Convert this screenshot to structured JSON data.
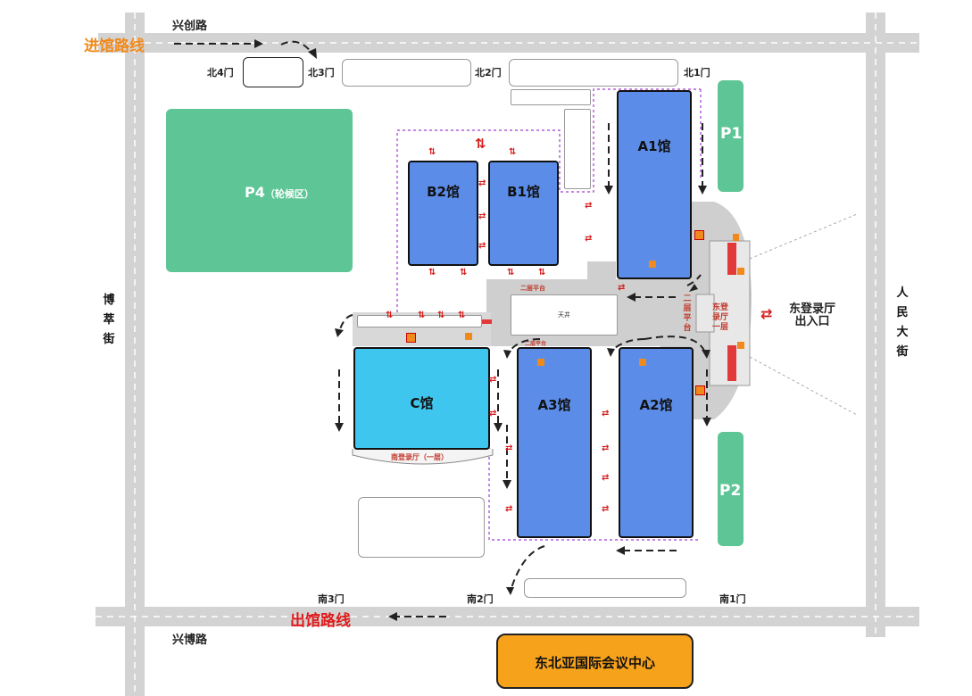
{
  "roads": {
    "north": "兴创路",
    "south": "兴博路",
    "west": [
      "博",
      "萃",
      "街"
    ],
    "east": [
      "人",
      "民",
      "大",
      "街"
    ]
  },
  "routes": {
    "entry": "进馆路线",
    "exit": "出馆路线"
  },
  "gates": {
    "north4": "北4门",
    "north3": "北3门",
    "north2": "北2门",
    "north1": "北1门",
    "south3": "南3门",
    "south2": "南2门",
    "south1": "南1门"
  },
  "halls": {
    "a1": "A1馆",
    "a2": "A2馆",
    "a3": "A3馆",
    "b1": "B1馆",
    "b2": "B2馆",
    "c": "C馆"
  },
  "parking": {
    "p1": "P1",
    "p2": "P2",
    "p4": "P4",
    "p4_note": "（轮候区）"
  },
  "east_hall": {
    "vertical_label": [
      "东登",
      "录厅",
      "一层"
    ],
    "exit_label_1": "东登录厅",
    "exit_label_2": "出入口"
  },
  "platform": {
    "top_label": "二层平台",
    "mid_label": [
      "二",
      "层",
      "平",
      "台"
    ],
    "small_left": "二层平台",
    "atrium": "天井"
  },
  "south_hall": "南登录厅（一层）",
  "center": "东北亚国际会议中心",
  "colors": {
    "hall_blue": "#5b8de8",
    "hall_c": "#3fc6ee",
    "parking_green": "#5dc596",
    "entry_orange": "#f08a1c",
    "exit_red": "#e01a1a",
    "center_fill": "#f7a21b"
  }
}
